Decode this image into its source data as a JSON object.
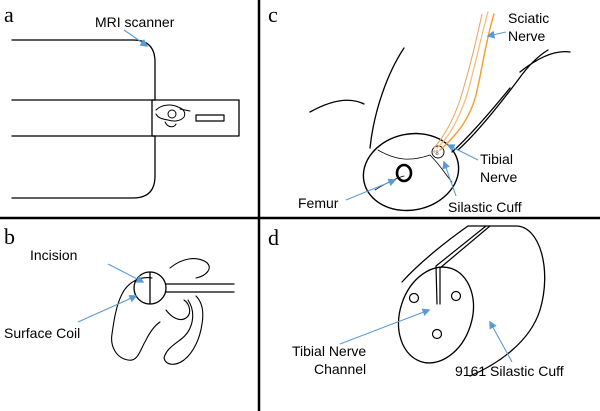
{
  "panels": {
    "a": {
      "letter": "a",
      "labels": {
        "mri_scanner": "MRI scanner"
      }
    },
    "b": {
      "letter": "b",
      "labels": {
        "incision": "Incision",
        "surface_coil": "Surface Coil"
      }
    },
    "c": {
      "letter": "c",
      "labels": {
        "sciatic_nerve_line1": "Sciatic",
        "sciatic_nerve_line2": "Nerve",
        "tibial_nerve_line1": "Tibial",
        "tibial_nerve_line2": "Nerve",
        "femur": "Femur",
        "silastic_cuff": "Silastic Cuff"
      }
    },
    "d": {
      "letter": "d",
      "labels": {
        "tibial_nerve_channel_line1": "Tibial Nerve",
        "tibial_nerve_channel_line2": "Channel",
        "silastic_cuff_9161": "9161 Silastic Cuff"
      }
    }
  },
  "colors": {
    "arrow": "#5b9bd5",
    "nerve_orange": "#f39c2b",
    "nerve_light": "#f7c07a",
    "ink": "#000000"
  }
}
